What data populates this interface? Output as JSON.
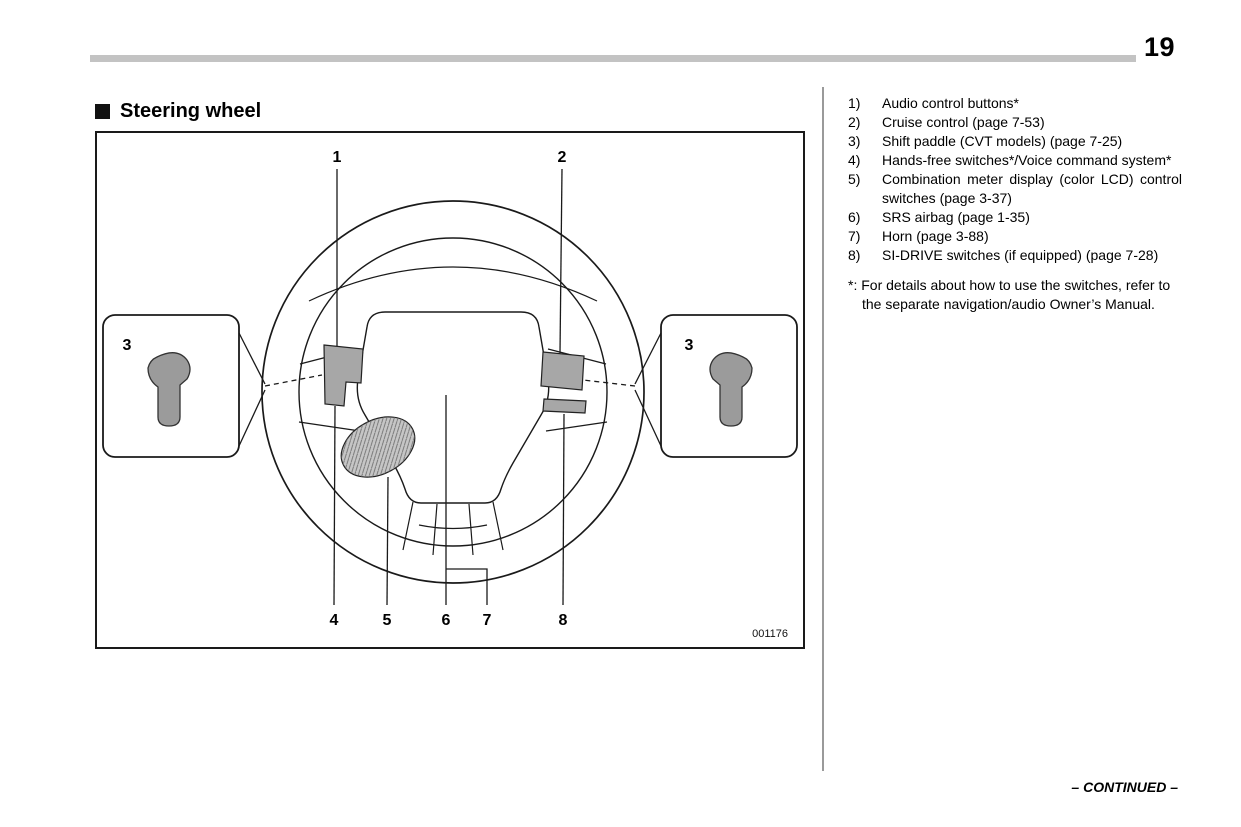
{
  "page": {
    "number": "19",
    "continued": "– CONTINUED –"
  },
  "section": {
    "title": "Steering wheel"
  },
  "figure": {
    "code": "001176",
    "callout_labels": {
      "c1": "1",
      "c2": "2",
      "c3_left": "3",
      "c3_right": "3",
      "c4": "4",
      "c5": "5",
      "c6": "6",
      "c7": "7",
      "c8": "8"
    }
  },
  "legend": {
    "items": [
      {
        "num": "1)",
        "text": "Audio control buttons*"
      },
      {
        "num": "2)",
        "text": "Cruise control (page 7-53)"
      },
      {
        "num": "3)",
        "text": "Shift paddle (CVT models) (page 7-25)"
      },
      {
        "num": "4)",
        "text": "Hands-free switches*/Voice command system*"
      },
      {
        "num": "5)",
        "text": "Combination meter display (color LCD) control switches (page 3-37)"
      },
      {
        "num": "6)",
        "text": "SRS airbag (page 1-35)"
      },
      {
        "num": "7)",
        "text": "Horn (page 3-88)"
      },
      {
        "num": "8)",
        "text": "SI-DRIVE switches (if equipped) (page 7-28)"
      }
    ],
    "footnote": "*: For details about how to use the switches, refer to the separate navigation/audio Owner’s Manual."
  },
  "colors": {
    "header_bar": "#c3c3c3",
    "switch_panel_fill": "#a7a7a7",
    "line_art": "#1a1a1a"
  }
}
